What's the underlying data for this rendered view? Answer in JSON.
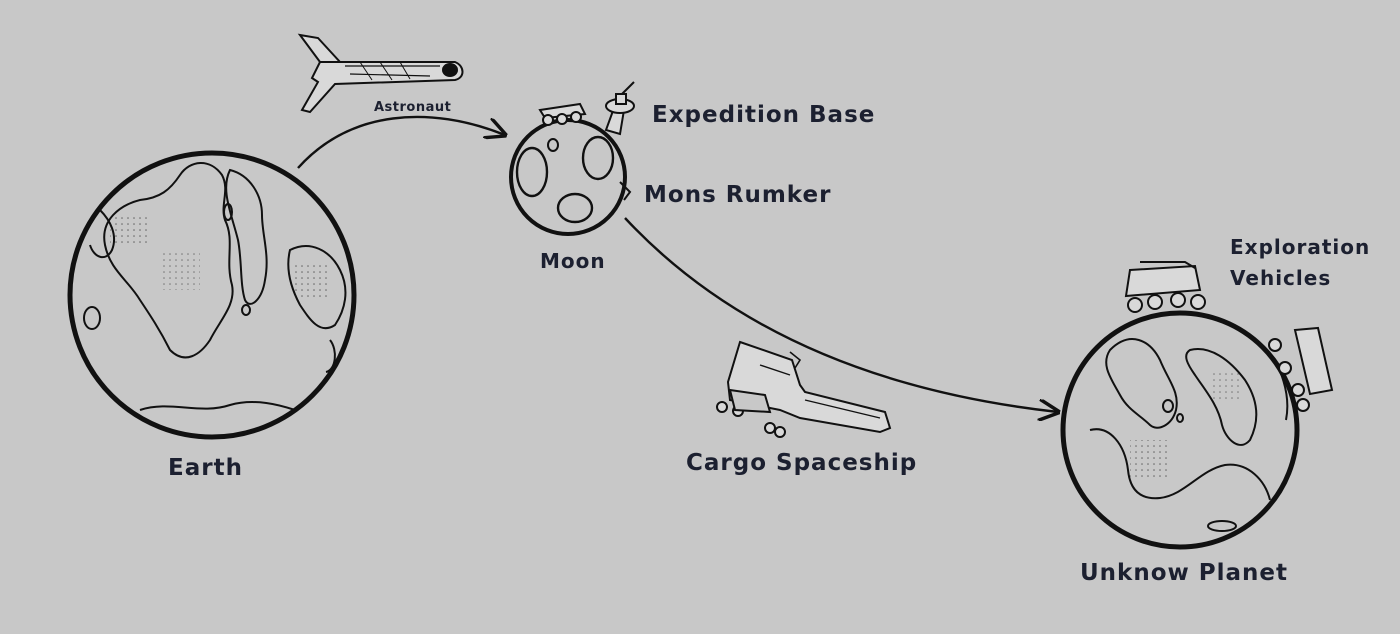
{
  "labels": {
    "astronaut": "Astronaut",
    "expedition_base": "Expedition Base",
    "mons_rumker": "Mons Rumker",
    "moon": "Moon",
    "exploration_vehicles_line1": "Exploration",
    "exploration_vehicles_line2": "Vehicles",
    "earth": "Earth",
    "cargo_spaceship": "Cargo Spaceship",
    "unknown_planet": "Unknow Planet"
  },
  "colors": {
    "background": "#c8c8c8",
    "ink": "#111111",
    "label": "#1c2030",
    "fill_light": "#d9d9d9"
  },
  "icons": {
    "earth": "earth-icon",
    "moon": "moon-icon",
    "planet": "unknown-planet-icon",
    "shuttle": "space-shuttle-icon",
    "cargo": "cargo-spaceship-icon",
    "rover": "rover-icon",
    "tower": "base-tower-icon"
  }
}
